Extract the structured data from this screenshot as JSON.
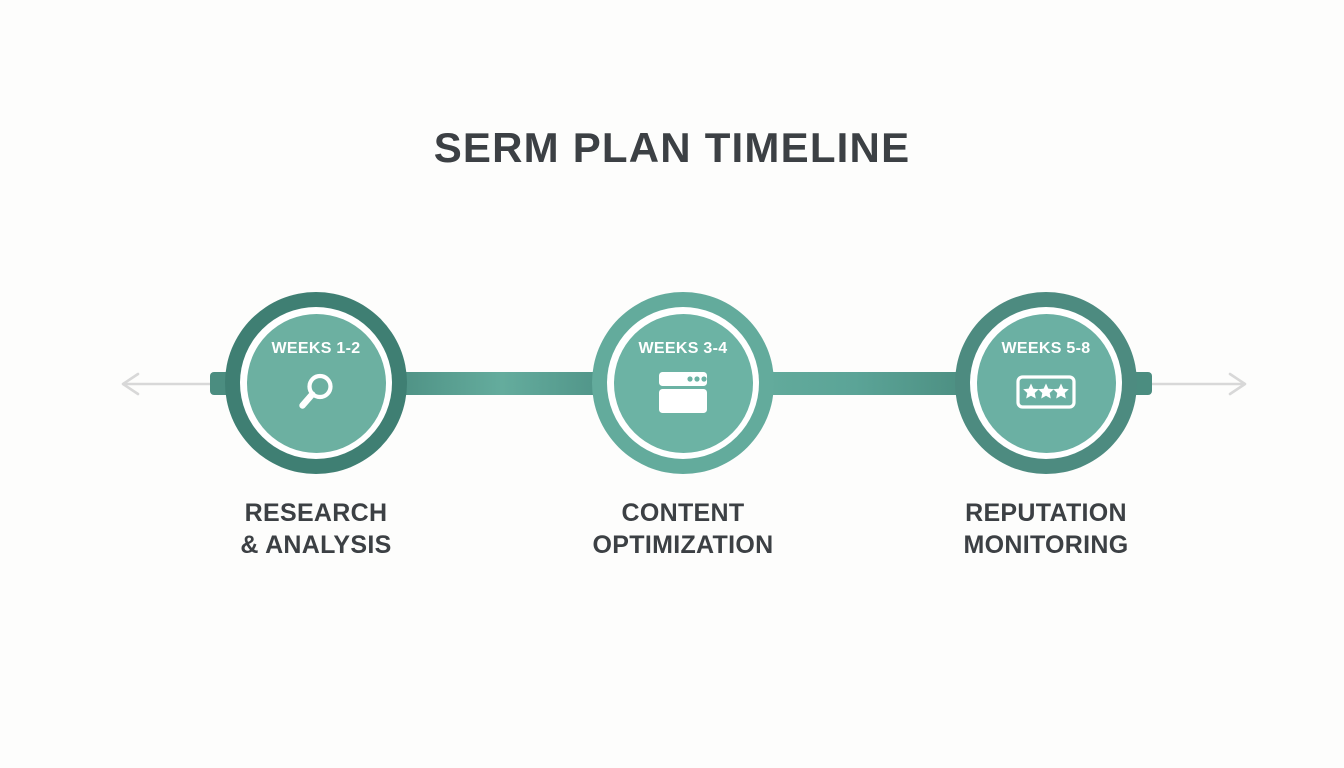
{
  "title": "SERM PLAN TIMELINE",
  "colors": {
    "background": "#fdfdfc",
    "title_text": "#3c4044",
    "caption_text": "#3c4044",
    "dark_teal": "#3f7f73",
    "mid_teal": "#4d8b80",
    "light_teal": "#63ab9c",
    "inner_disc": "#6cb0a1",
    "icon_white": "#ffffff",
    "arrow_gray": "#d8d8d8"
  },
  "timeline": {
    "arrow_left": {
      "name": "left-arrow",
      "direction": "left"
    },
    "arrow_right": {
      "name": "right-arrow",
      "direction": "right"
    },
    "steps": [
      {
        "badge": "WEEKS 1-2",
        "icon": "magnifier-icon",
        "caption_line1": "RESEARCH",
        "caption_line2": "& ANALYSIS"
      },
      {
        "badge": "WEEKS 3-4",
        "icon": "browser-window-icon",
        "caption_line1": "CONTENT",
        "caption_line2": "OPTIMIZATION"
      },
      {
        "badge": "WEEKS 5-8",
        "icon": "three-stars-rating-icon",
        "caption_line1": "REPUTATION",
        "caption_line2": "MONITORING"
      }
    ]
  }
}
